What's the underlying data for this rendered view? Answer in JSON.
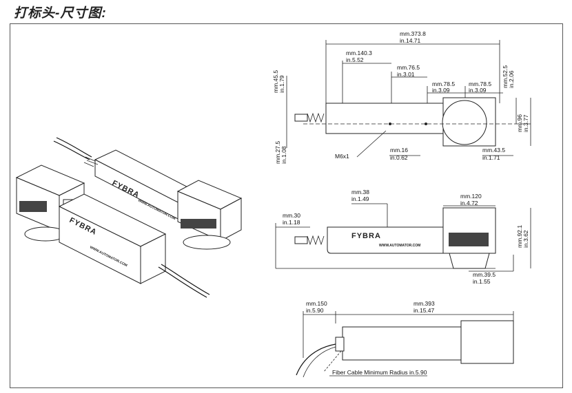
{
  "title": "打标头-尺寸图:",
  "top_view": {
    "overall_mm": "mm.373.8",
    "overall_in": "in.14.71",
    "d1_mm": "mm.140.3",
    "d1_in": "in.5.52",
    "d2_mm": "mm.76.5",
    "d2_in": "in.3.01",
    "d3_mm": "mm.78.5",
    "d3_in": "in.3.09",
    "d4_mm": "mm.78.5",
    "d4_in": "in.3.09",
    "left_top_mm": "mm.45.5",
    "left_top_in": "in.1.79",
    "left_bot_mm": "mm.27.5",
    "left_bot_in": "in.1.08",
    "right_top_mm": "mm.52.5",
    "right_top_in": "in.2.06",
    "right_mm": "mm.96",
    "right_in": "in.3.77",
    "thread": "M6x1",
    "d16_mm": "mm.16",
    "d16_in": "in.0.62",
    "d43_mm": "mm.43.5",
    "d43_in": "in.1.71"
  },
  "side_view": {
    "d38_mm": "mm.38",
    "d38_in": "in.1.49",
    "d30_mm": "mm.30",
    "d30_in": "in.1.18",
    "d120_mm": "mm.120",
    "d120_in": "in.4.72",
    "d92_mm": "mm.92.1",
    "d92_in": "in.3.62",
    "d39_mm": "mm.39.5",
    "d39_in": "in.1.55",
    "brand": "FYBRA",
    "website": "WWW.AUTOMATOR.COM"
  },
  "bottom_view": {
    "d150_mm": "mm.150",
    "d150_in": "in.5.90",
    "d393_mm": "mm.393",
    "d393_in": "in.15.47",
    "note": "Fiber Cable Minimum Radius in.5.90"
  },
  "iso_view": {
    "brand_a": "FYBRA",
    "brand_b": "FYBRA",
    "website_a": "WWW.AUTOMATOR.COM",
    "website_b": "WWW.AUTOMATOR.COM"
  }
}
